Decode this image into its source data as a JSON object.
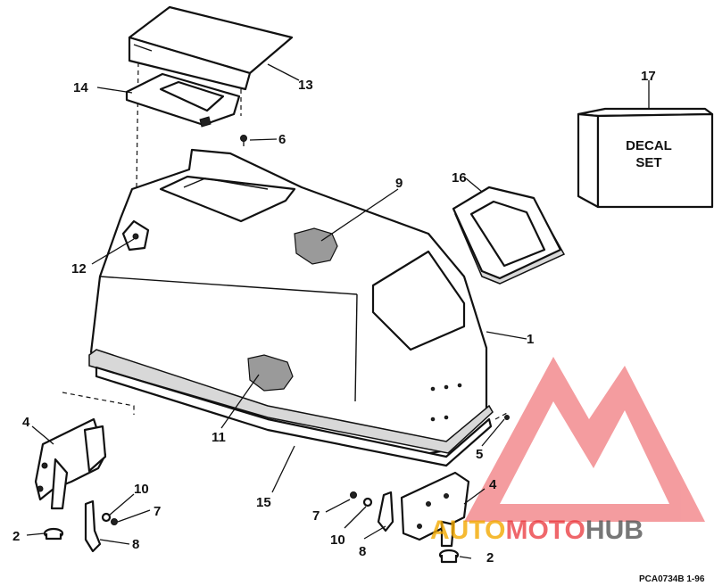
{
  "callouts": {
    "c1": "1",
    "c2a": "2",
    "c2b": "2",
    "c4a": "4",
    "c4b": "4",
    "c5": "5",
    "c6": "6",
    "c7a": "7",
    "c7b": "7",
    "c8a": "8",
    "c8b": "8",
    "c9": "9",
    "c10a": "10",
    "c10b": "10",
    "c11": "11",
    "c12": "12",
    "c13": "13",
    "c14": "14",
    "c15": "15",
    "c16": "16",
    "c17": "17"
  },
  "decal_box": {
    "line1": "DECAL",
    "line2": "SET"
  },
  "doc_code": "PCA0734B   1-96",
  "watermark": {
    "part1": "AUTO",
    "part2": "MOTO",
    "part3": "HUB",
    "color_red": "#e8262c",
    "color_yellow": "#f2a900",
    "color_gray": "#555555"
  }
}
